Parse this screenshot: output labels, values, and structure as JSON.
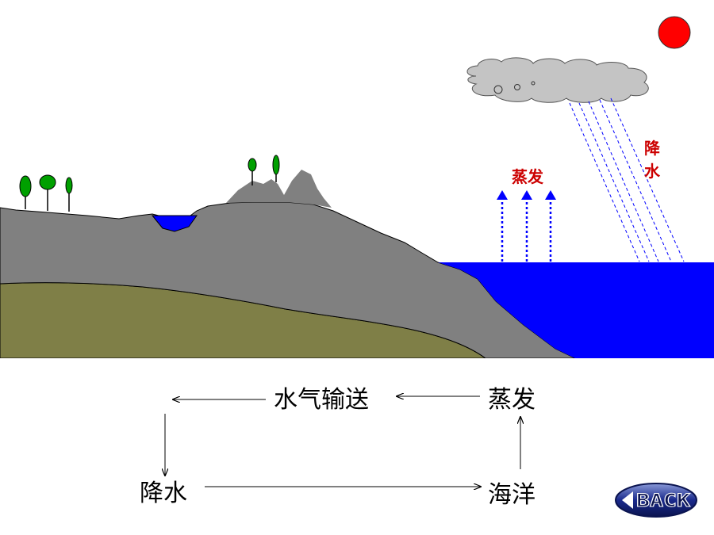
{
  "scene": {
    "evaporation_label": "蒸发",
    "precipitation_label": [
      "降",
      "水"
    ],
    "colors": {
      "sky": "#ffffff",
      "ground": "#808080",
      "soil": "#7f7f47",
      "water": "#0000ff",
      "sun": "#ff0000",
      "cloud": "#c4c4c4",
      "tree": "#00a000",
      "arrow": "#0000ff",
      "label": "#cc0000"
    }
  },
  "cycle": {
    "transport": "水气输送",
    "evaporation": "蒸发",
    "precipitation": "降水",
    "ocean": "海洋"
  },
  "back_button": {
    "label": "BACK",
    "icon": "left-triangle-icon",
    "color": "#1a2a8c"
  }
}
